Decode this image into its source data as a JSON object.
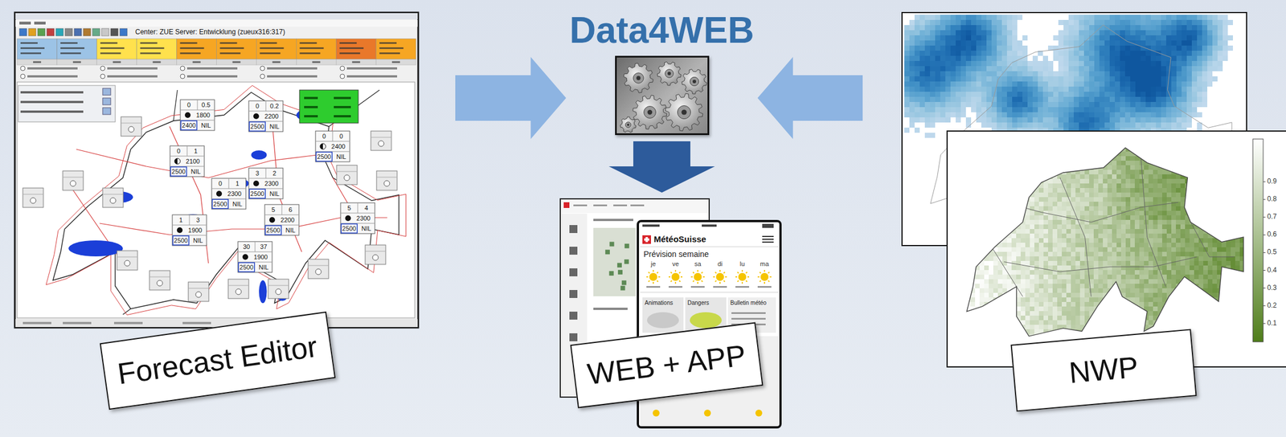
{
  "diagram": {
    "nodes": [
      {
        "text": [
          "Forecast Editor"
        ]
      },
      {
        "text": [
          "Data4WEB"
        ]
      },
      {
        "text": [
          "WEB + APP"
        ]
      },
      {
        "text": [
          "NWP"
        ]
      }
    ],
    "edges": [
      {
        "from": 0,
        "to": 1,
        "arrow": "to"
      },
      {
        "from": 3,
        "to": 1,
        "arrow": "to"
      },
      {
        "from": 1,
        "to": 2,
        "arrow": "to"
      }
    ],
    "labels": [
      "Center: ZUE Server: Entwicklung (zueux316:317)",
      "0",
      "0.5",
      "1800",
      "2400",
      "NIL",
      "0",
      "0.2",
      "2200",
      "2500",
      "NIL",
      "0",
      "0",
      "2400",
      "2500",
      "NIL",
      "0",
      "1",
      "2100",
      "2500",
      "NIL",
      "3",
      "2",
      "2300",
      "2500",
      "NIL",
      "0",
      "1",
      "2300",
      "2500",
      "NIL",
      "1",
      "3",
      "1900",
      "2500",
      "NIL",
      "5",
      "4",
      "2300",
      "2500",
      "NIL",
      "5",
      "6",
      "2200",
      "2500",
      "NIL",
      "30",
      "37",
      "1900",
      "2500",
      "NIL",
      "MétéoSuisse",
      "Prévision semaine",
      "je",
      "ve",
      "sa",
      "di",
      "lu",
      "ma",
      "Animations",
      "Dangers",
      "Bulletin météo",
      "0.9",
      "0.8",
      "0.7",
      "0.6",
      "0.5",
      "0.4",
      "0.3",
      "0.2",
      "0.1"
    ]
  }
}
